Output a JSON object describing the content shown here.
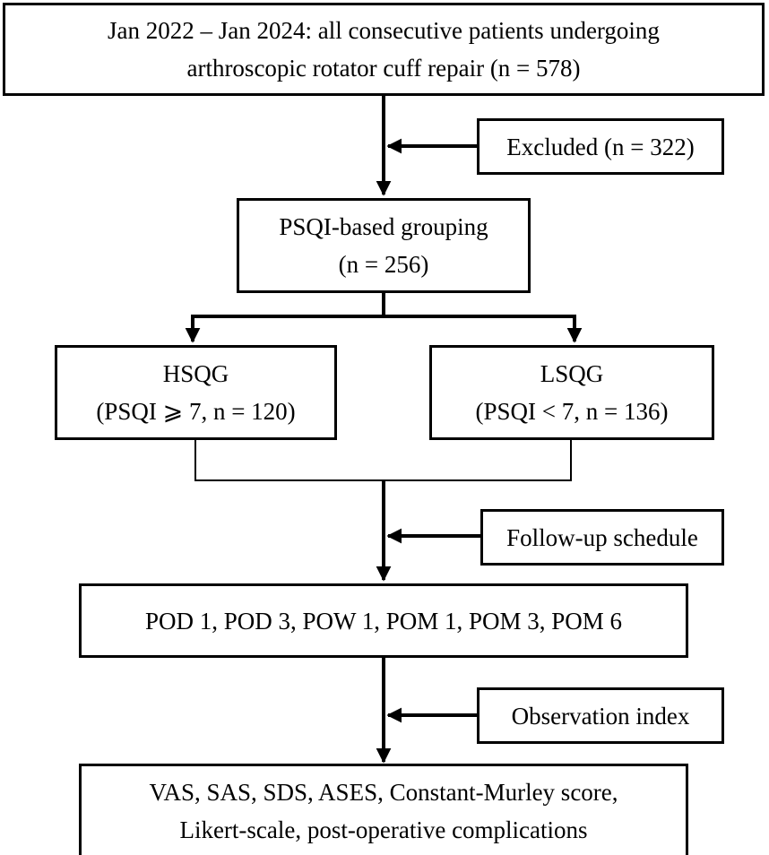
{
  "boxes": {
    "enrollment": {
      "line1": "Jan 2022 – Jan 2024: all consecutive patients undergoing",
      "line2": "arthroscopic rotator cuff repair (n = 578)"
    },
    "excluded": {
      "text": "Excluded (n = 322)"
    },
    "grouping": {
      "line1": "PSQI-based grouping",
      "line2": "(n = 256)"
    },
    "hsqg": {
      "line1": "HSQG",
      "line2": "(PSQI ⩾ 7, n = 120)"
    },
    "lsqg": {
      "line1": "LSQG",
      "line2": "(PSQI < 7, n = 136)"
    },
    "followup_label": {
      "text": "Follow-up schedule"
    },
    "timepoints": {
      "text": "POD 1, POD 3, POW 1, POM 1, POM 3, POM 6"
    },
    "observation_label": {
      "text": "Observation index"
    },
    "outcomes": {
      "line1": "VAS, SAS, SDS, ASES, Constant-Murley score,",
      "line2": "Likert-scale, post-operative complications"
    }
  }
}
